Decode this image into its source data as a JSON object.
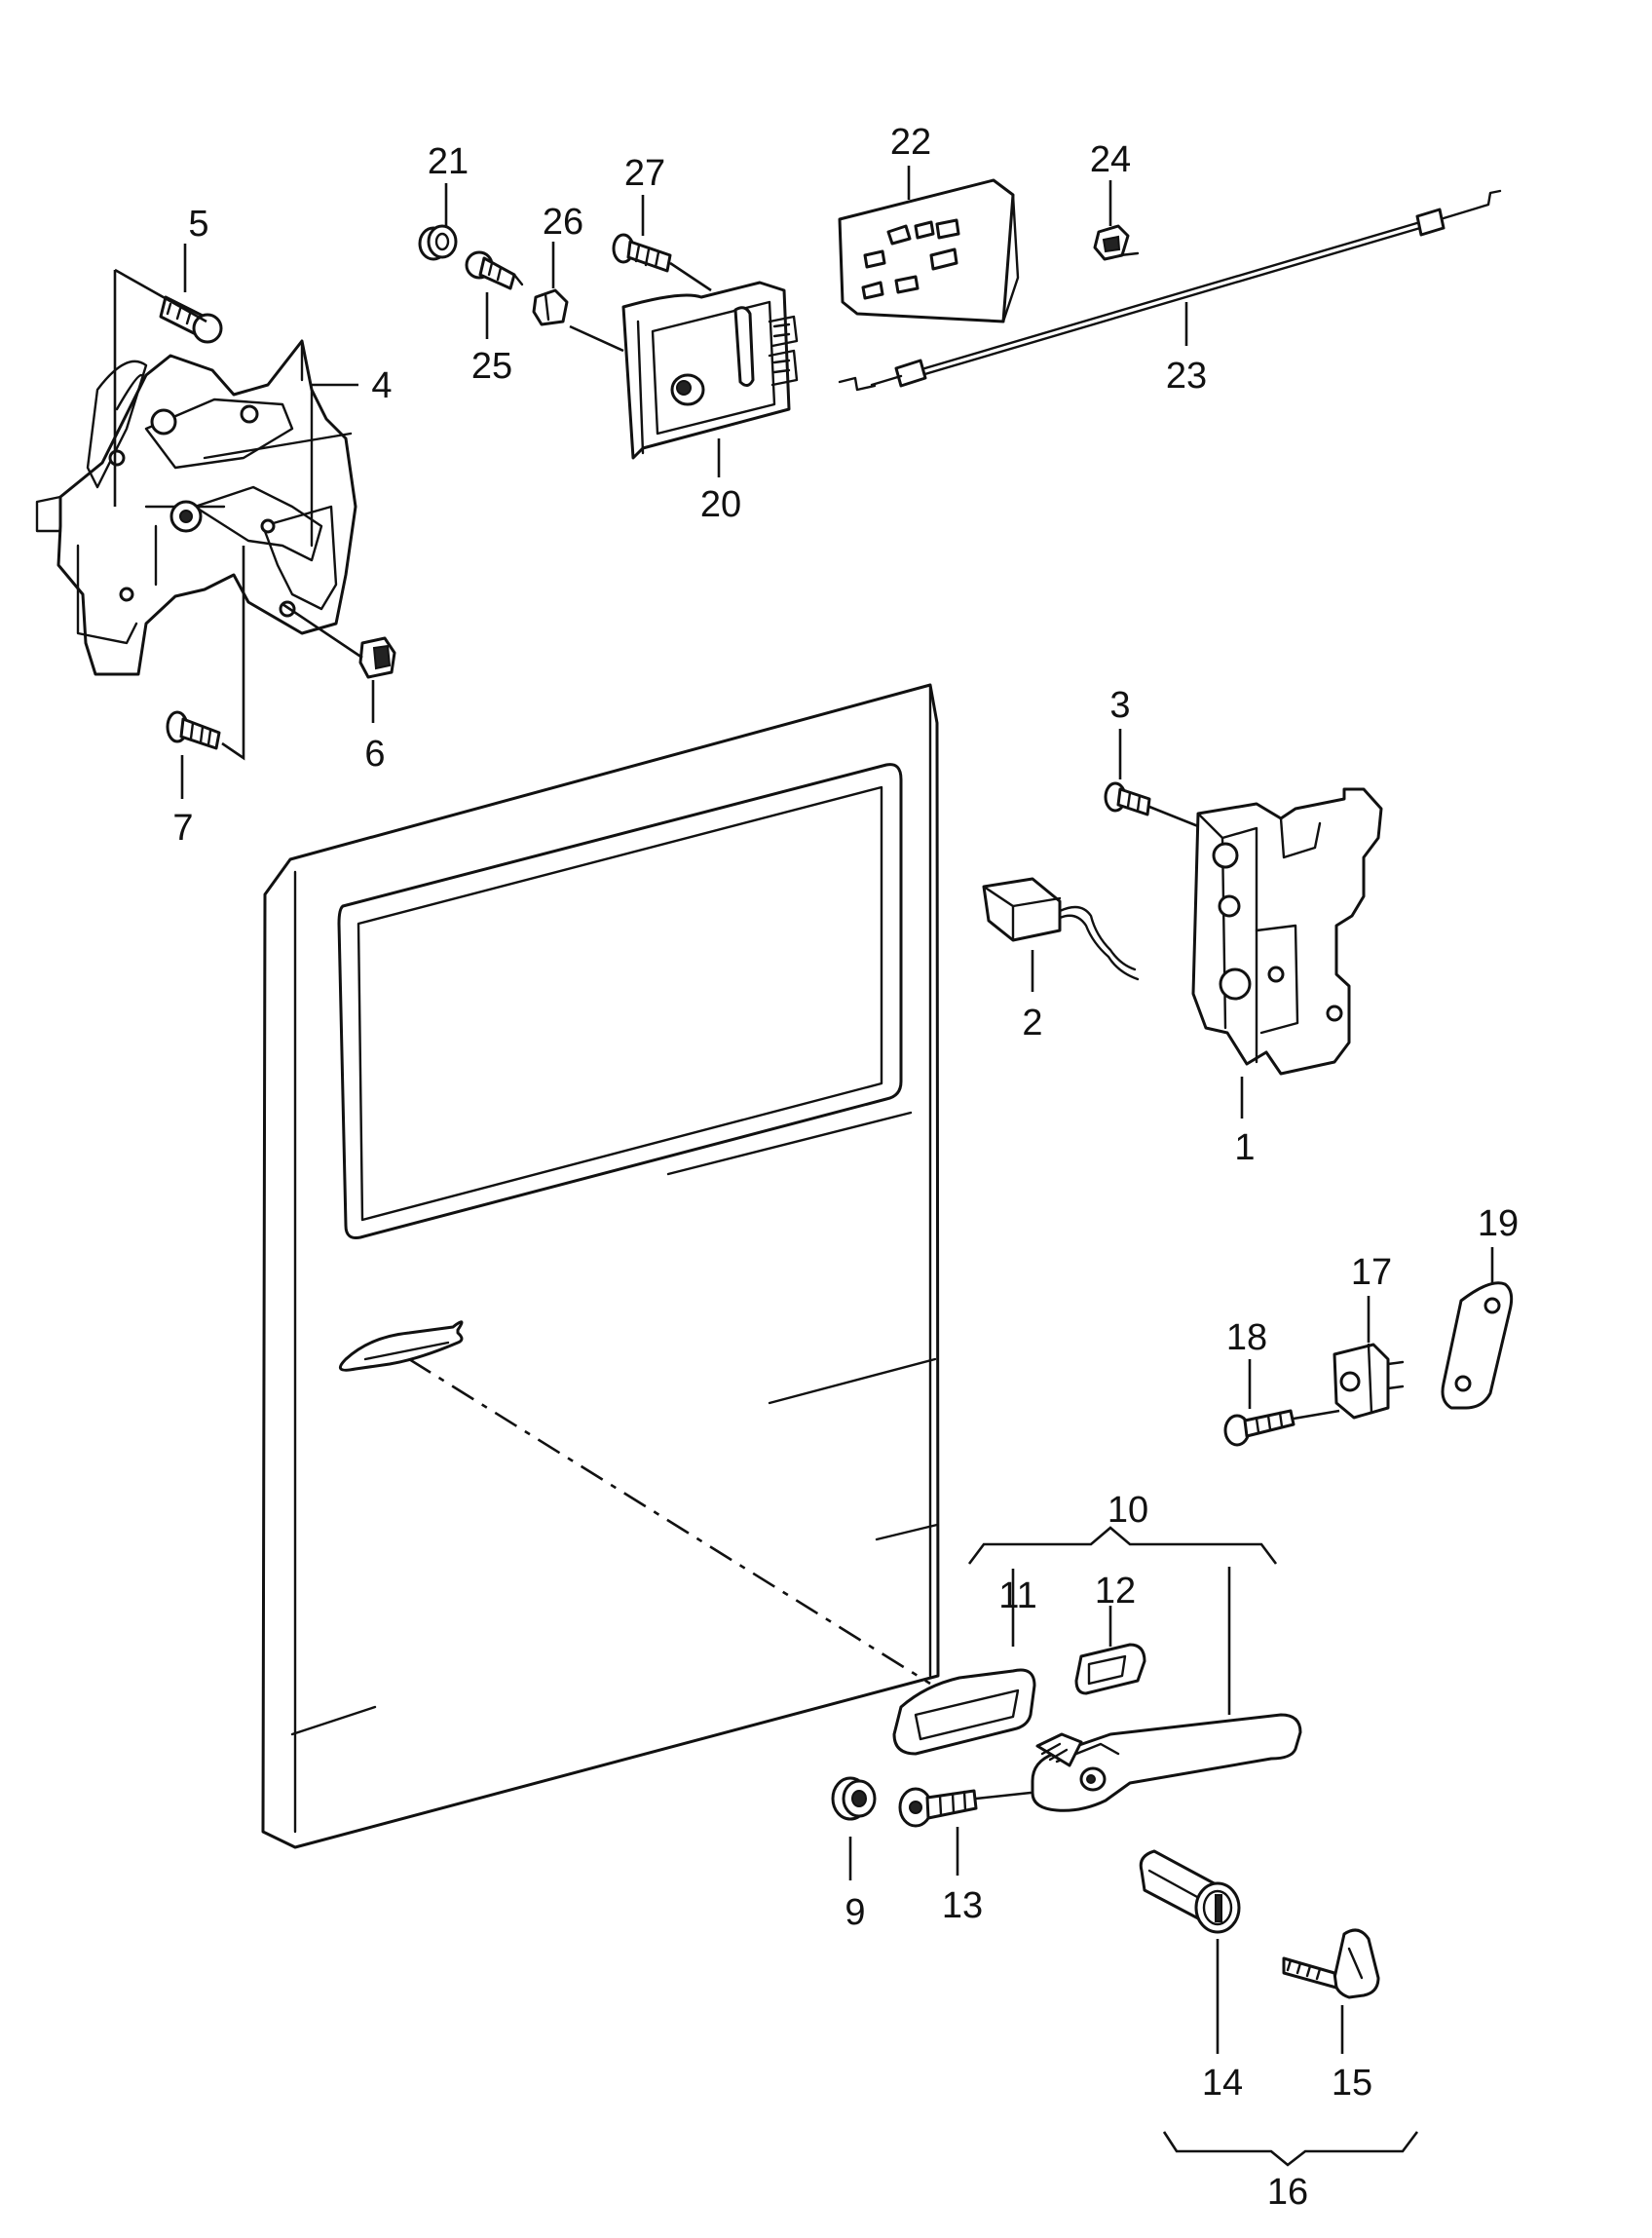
{
  "callouts": {
    "c1": "1",
    "c2": "2",
    "c3": "3",
    "c4": "4",
    "c5": "5",
    "c6": "6",
    "c7": "7",
    "c9": "9",
    "c10": "10",
    "c11": "11",
    "c12": "12",
    "c13": "13",
    "c14": "14",
    "c15": "15",
    "c16": "16",
    "c17": "17",
    "c18": "18",
    "c19": "19",
    "c20": "20",
    "c21": "21",
    "c22": "22",
    "c23": "23",
    "c24": "24",
    "c25": "25",
    "c26": "26",
    "c27": "27"
  }
}
